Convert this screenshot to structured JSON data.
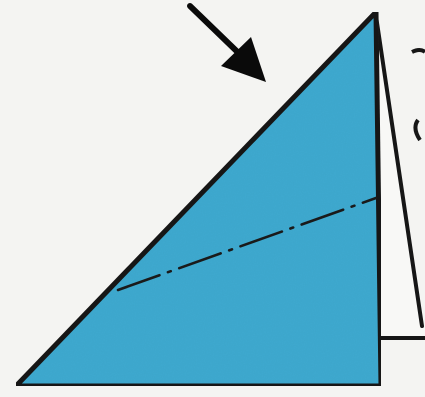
{
  "diagram": {
    "subject": "origami-fold-step",
    "colors": {
      "paper_blue": "#3fa9cf",
      "outline": "#161616",
      "background": "#f4f4f2",
      "back_layer": "#f8f8f6"
    },
    "elements": [
      {
        "name": "fold-direction-arrow-icon",
        "meaning": "fold here"
      },
      {
        "name": "blue-triangle-paper"
      },
      {
        "name": "valley-fold-line",
        "style": "dash-dot"
      },
      {
        "name": "white-back-layer"
      }
    ]
  }
}
